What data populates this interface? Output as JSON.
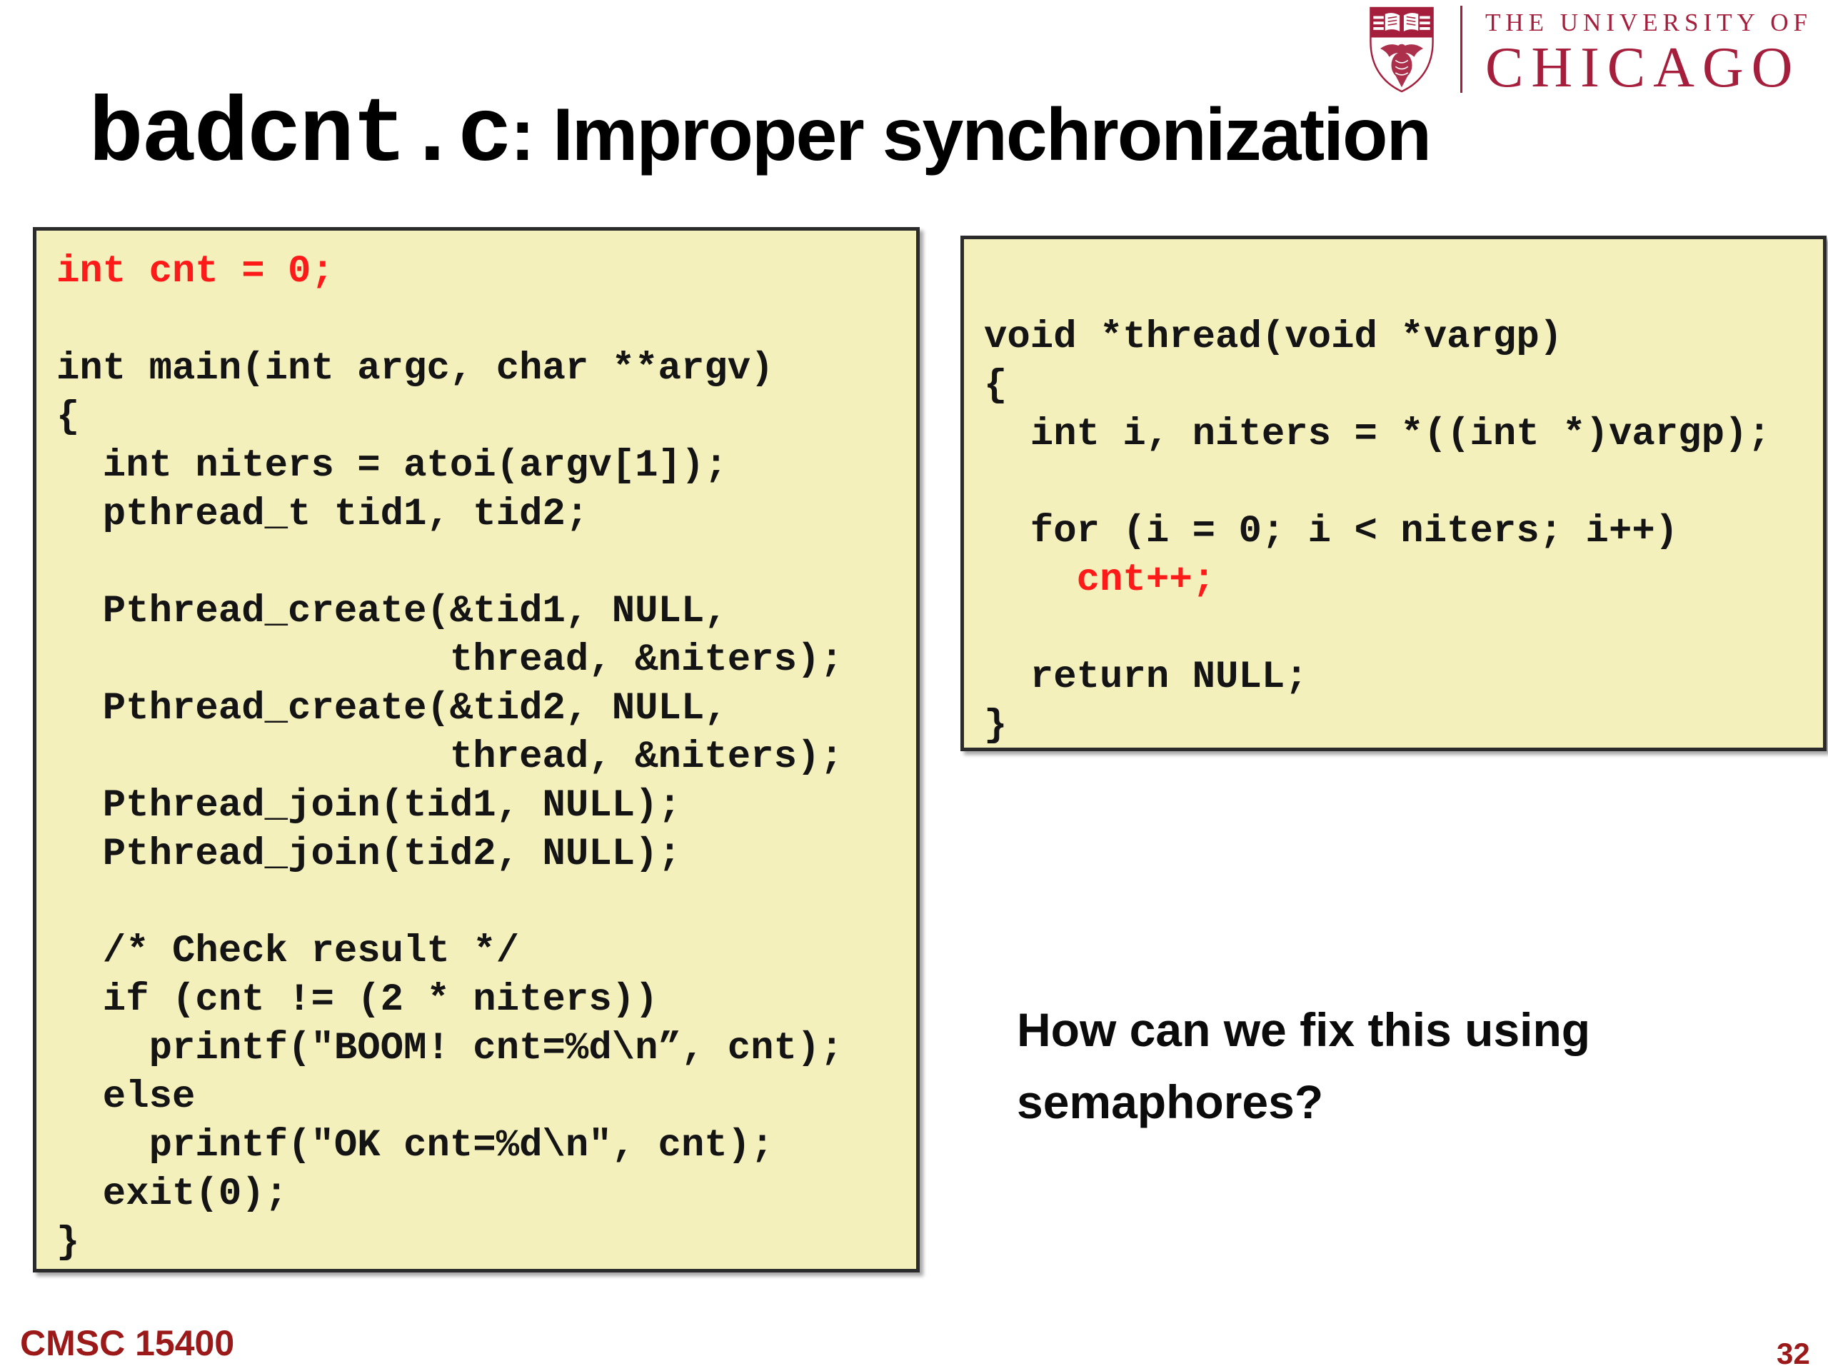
{
  "title": {
    "mono": "badcnt.c",
    "rest": ": Improper synchronization"
  },
  "logo": {
    "line1": "THE UNIVERSITY OF",
    "line2": "CHICAGO"
  },
  "left_code": {
    "lines": [
      {
        "t": "int cnt = 0;",
        "red": true
      },
      {
        "t": " "
      },
      {
        "t": "int main(int argc, char **argv)"
      },
      {
        "t": "{"
      },
      {
        "t": "  int niters = atoi(argv[1]);"
      },
      {
        "t": "  pthread_t tid1, tid2;"
      },
      {
        "t": " "
      },
      {
        "t": "  Pthread_create(&tid1, NULL,"
      },
      {
        "t": "                 thread, &niters);"
      },
      {
        "t": "  Pthread_create(&tid2, NULL,"
      },
      {
        "t": "                 thread, &niters);"
      },
      {
        "t": "  Pthread_join(tid1, NULL);"
      },
      {
        "t": "  Pthread_join(tid2, NULL);"
      },
      {
        "t": " "
      },
      {
        "t": "  /* Check result */"
      },
      {
        "t": "  if (cnt != (2 * niters))"
      },
      {
        "t": "    printf(\"BOOM! cnt=%d\\n”, cnt);"
      },
      {
        "t": "  else"
      },
      {
        "t": "    printf(\"OK cnt=%d\\n\", cnt);"
      },
      {
        "t": "  exit(0);"
      },
      {
        "t": "}"
      }
    ]
  },
  "right_code": {
    "lines": [
      {
        "t": "void *thread(void *vargp)"
      },
      {
        "t": "{"
      },
      {
        "t": "  int i, niters = *((int *)vargp);"
      },
      {
        "t": " "
      },
      {
        "t": "  for (i = 0; i < niters; i++)"
      },
      {
        "t": "    cnt++;",
        "red": true
      },
      {
        "t": " "
      },
      {
        "t": "  return NULL;"
      },
      {
        "t": "}"
      }
    ]
  },
  "question": "How can we fix this using semaphores?",
  "footer": {
    "course": "CMSC 15400",
    "page": "32"
  },
  "colors": {
    "maroon": "#A51E3C",
    "code_bg": "#F4F0BC",
    "code_red": "#FF1A1A",
    "code_ink": "#141414",
    "footer_red": "#9B1919",
    "box_border": "#2B2B2B"
  }
}
